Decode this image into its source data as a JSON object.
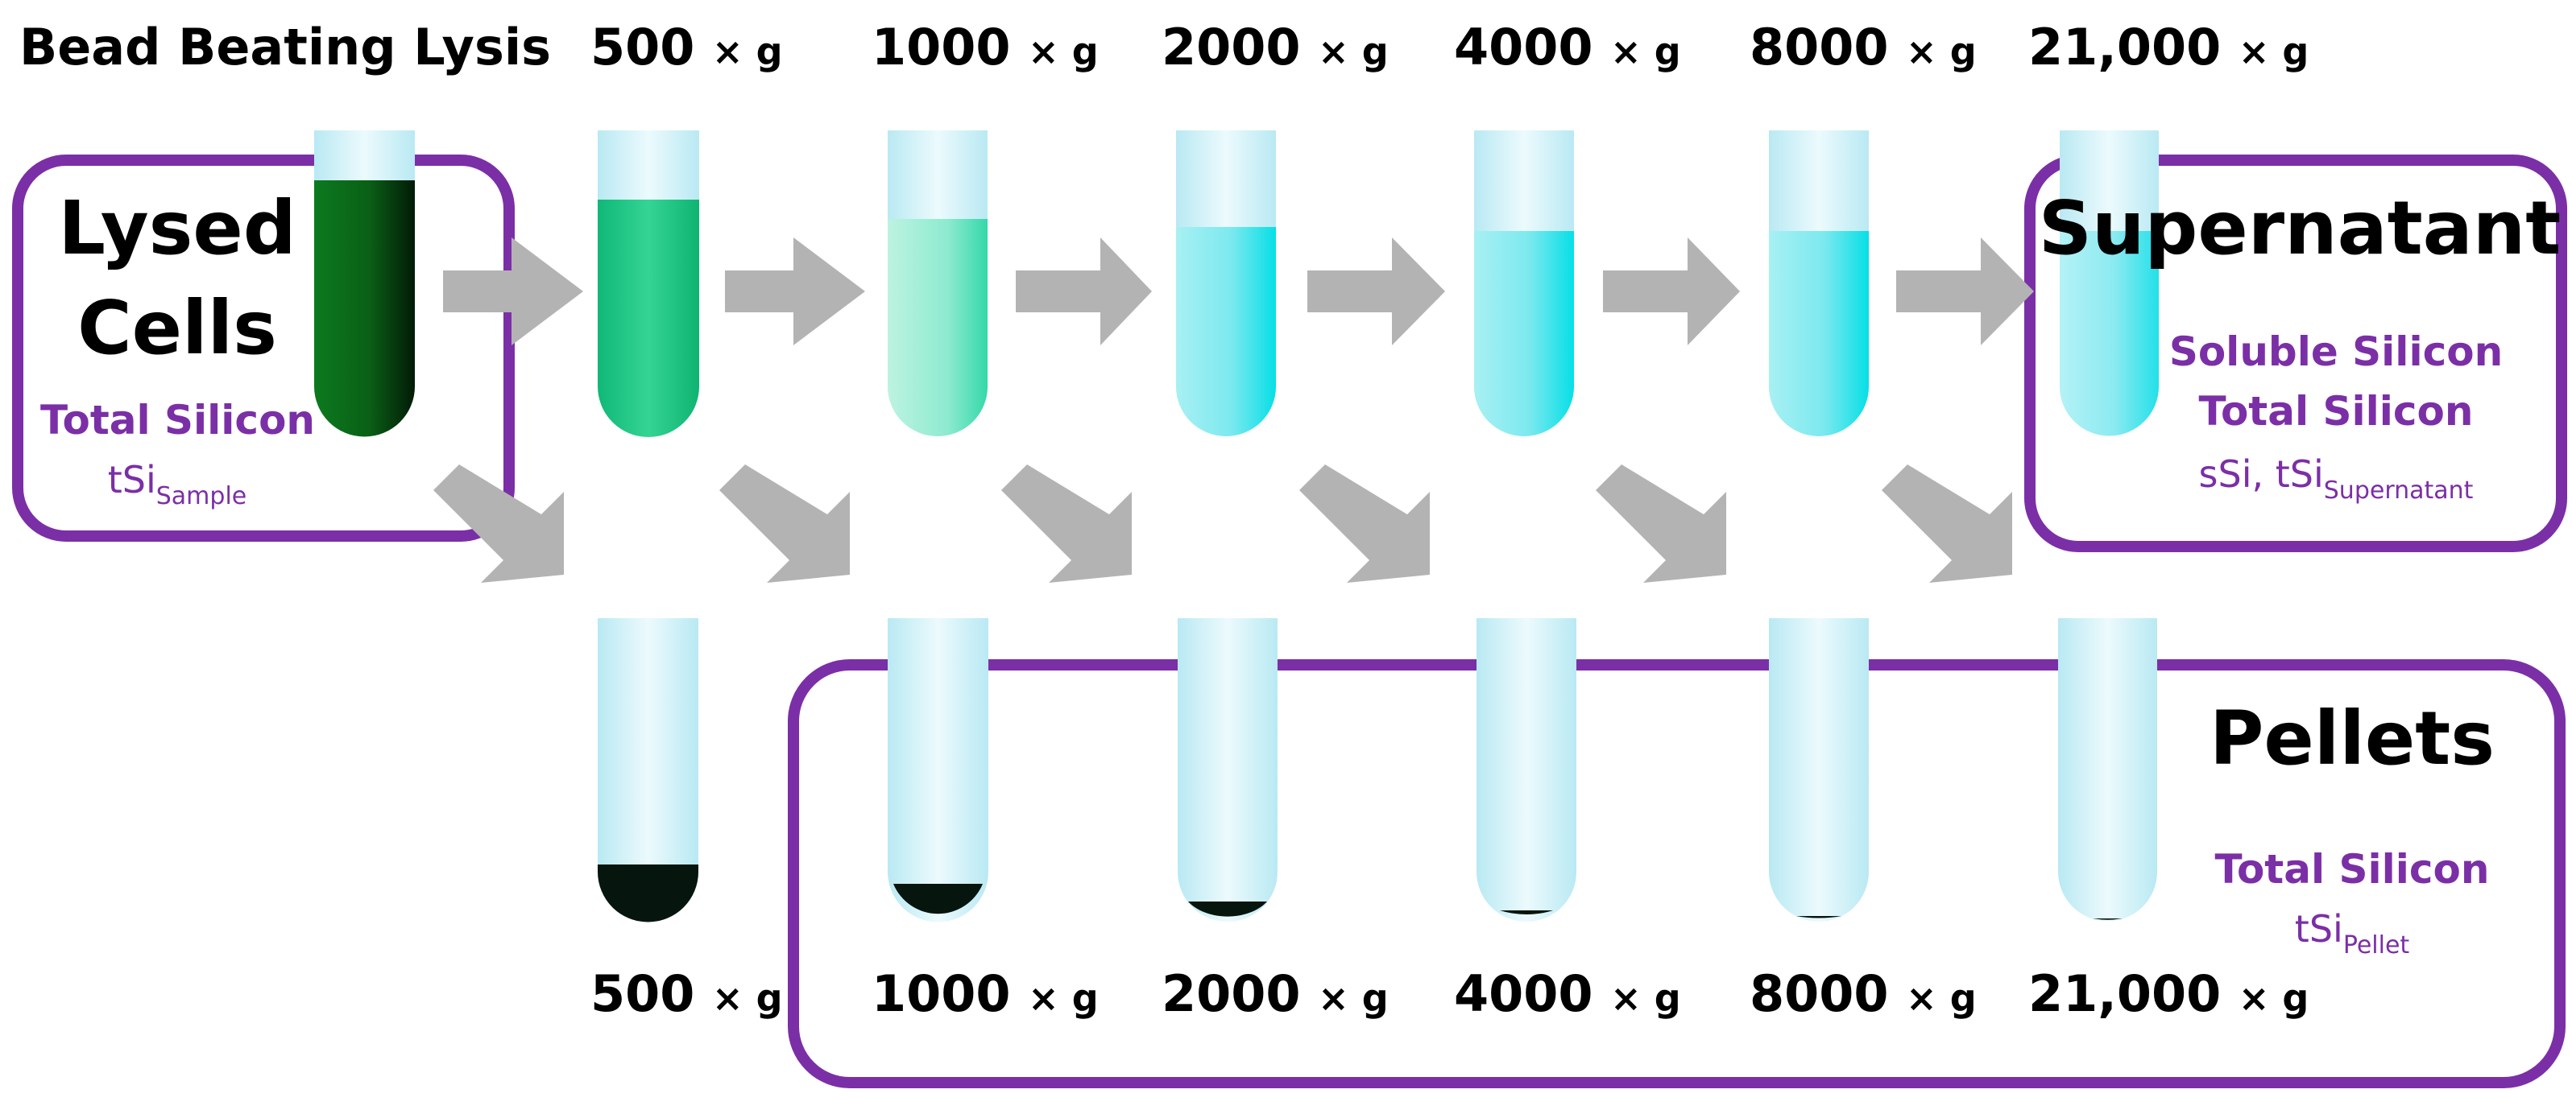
{
  "header": {
    "lysis_label": "Bead Beating Lysis",
    "speeds": [
      {
        "value": "500",
        "unit": "× g"
      },
      {
        "value": "1000",
        "unit": "× g"
      },
      {
        "value": "2000",
        "unit": "× g"
      },
      {
        "value": "4000",
        "unit": "× g"
      },
      {
        "value": "8000",
        "unit": "× g"
      },
      {
        "value": "21,000",
        "unit": "× g"
      }
    ]
  },
  "lysed_box": {
    "title_line1": "Lysed",
    "title_line2": "Cells",
    "measure": "Total Silicon",
    "abbr": "tSi",
    "abbr_sub": "Sample"
  },
  "supernatant_box": {
    "title": "Supernatant",
    "measure1": "Soluble Silicon",
    "measure2": "Total Silicon",
    "abbr": "sSi, tSi",
    "abbr_sub": "Supernatant"
  },
  "pellet_box": {
    "title": "Pellets",
    "measure": "Total Silicon",
    "abbr": "tSi",
    "abbr_sub": "Pellet"
  },
  "footer": {
    "speeds": [
      {
        "value": "500",
        "unit": "× g"
      },
      {
        "value": "1000",
        "unit": "× g"
      },
      {
        "value": "2000",
        "unit": "× g"
      },
      {
        "value": "4000",
        "unit": "× g"
      },
      {
        "value": "8000",
        "unit": "× g"
      },
      {
        "value": "21,000",
        "unit": "× g"
      }
    ]
  },
  "colors": {
    "frame_purple": "#7b2fa6",
    "arrow_gray": "#b3b3b3",
    "tube_glass": "#c6eef6",
    "lysate_dark_green": "#0e6b1c",
    "liquid_500": "#19c27f",
    "liquid_1000": "#7fe6c4",
    "liquid_cyan": "#1edfe6",
    "pellet_dark": "#06150d"
  }
}
